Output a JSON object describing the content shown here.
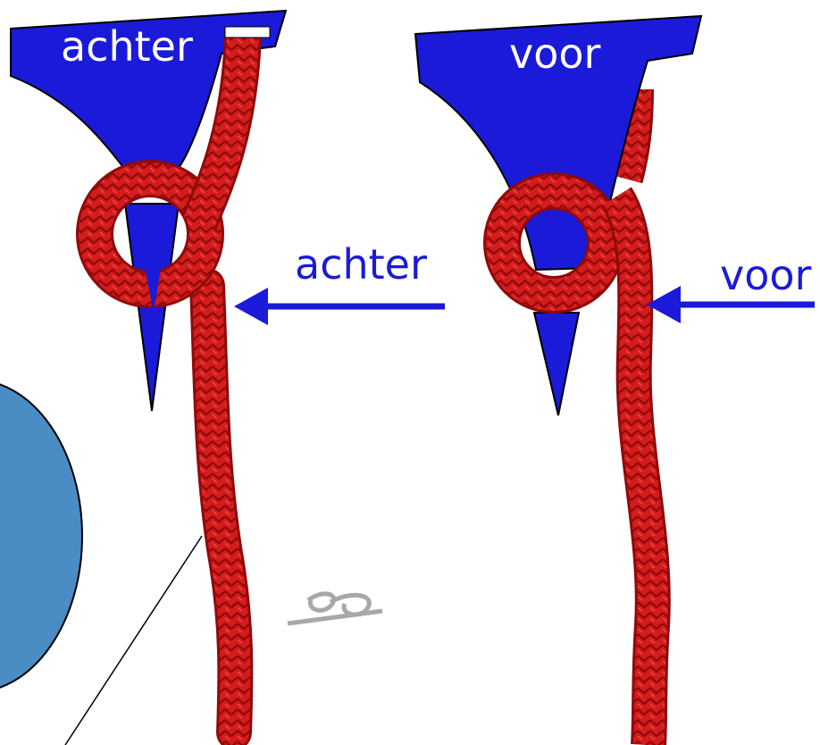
{
  "panels": [
    {
      "cleat_label": "achter",
      "arrow_label": "achter"
    },
    {
      "cleat_label": "voor",
      "arrow_label": "voor"
    }
  ],
  "colors": {
    "cleat_blue": "#1a1ad8",
    "rope_red": "#d41c1c",
    "rope_dark": "#8f0a0a",
    "circle_fill": "#4a8cc4",
    "watermark_gray": "#a8a8a8"
  },
  "icons": [
    "cleat-icon",
    "rope-icon",
    "arrow-icon",
    "watermark-icon",
    "circle-shape"
  ]
}
